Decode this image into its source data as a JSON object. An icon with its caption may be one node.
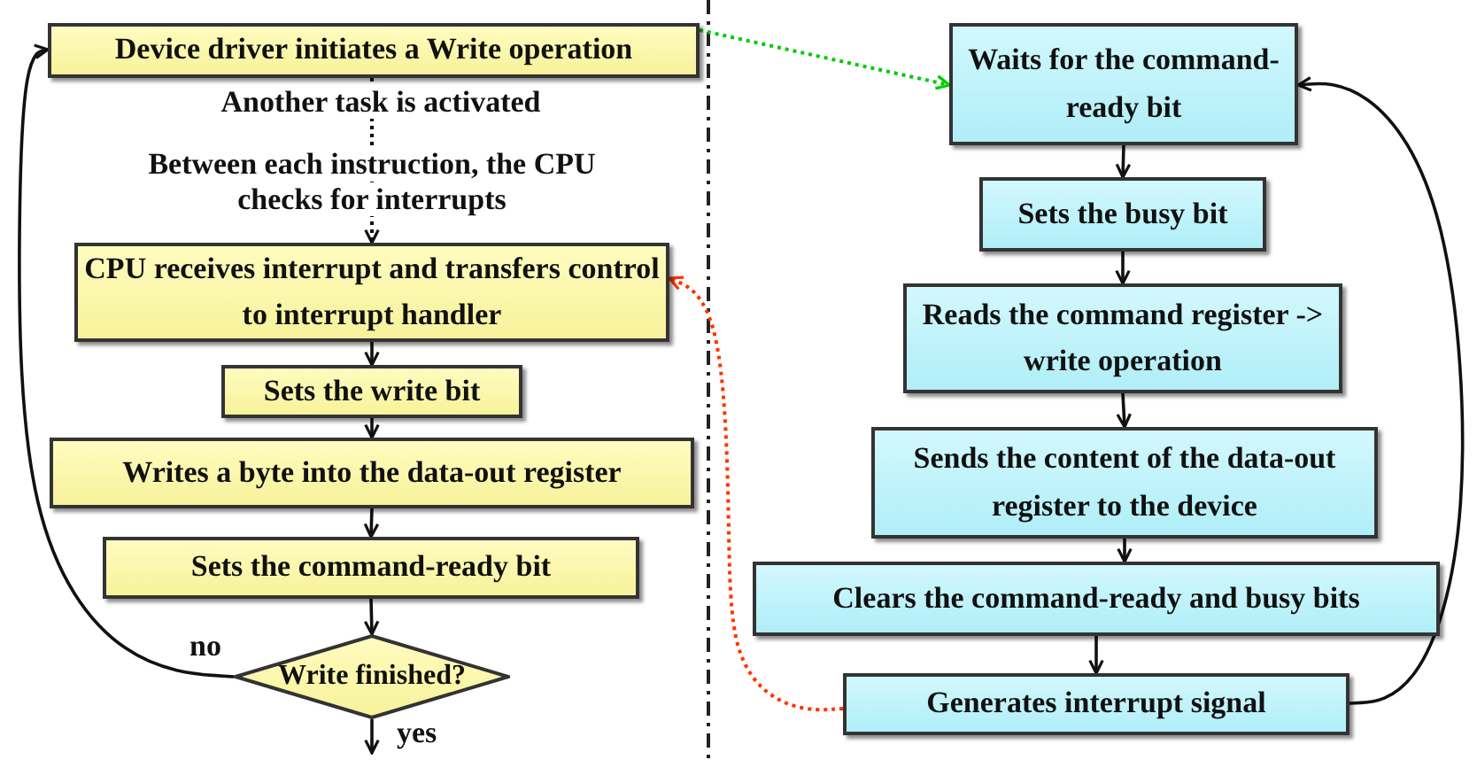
{
  "diagram": {
    "nodes": [
      {
        "text": [
          "Device driver initiates a Write operation"
        ]
      },
      {
        "text": [
          "CPU receives interrupt and transfers control to interrupt handler"
        ]
      },
      {
        "text": [
          "Sets the write bit"
        ]
      },
      {
        "text": [
          "Writes a byte into the data-out register"
        ]
      },
      {
        "text": [
          "Sets the command-ready bit"
        ]
      },
      {
        "text": [
          "Write finished?"
        ]
      },
      {
        "text": [
          "Waits for the command-ready bit"
        ]
      },
      {
        "text": [
          "Sets the busy bit"
        ]
      },
      {
        "text": [
          "Reads the command register -> write operation"
        ]
      },
      {
        "text": [
          "Sends the content of the data-out register to the device"
        ]
      },
      {
        "text": [
          "Clears the command-ready and busy bits"
        ]
      },
      {
        "text": [
          "Generates interrupt signal"
        ]
      }
    ],
    "edges": [
      {
        "from": 0,
        "to": 1,
        "arrow": "to",
        "style": "dashed"
      },
      {
        "from": 1,
        "to": 2,
        "arrow": "to"
      },
      {
        "from": 2,
        "to": 3,
        "arrow": "to"
      },
      {
        "from": 3,
        "to": 4,
        "arrow": "to"
      },
      {
        "from": 4,
        "to": 5,
        "arrow": "to"
      },
      {
        "from": 5,
        "to": null,
        "arrow": "to",
        "label": "yes"
      },
      {
        "from": 5,
        "to": 0,
        "arrow": "to",
        "label": "no"
      },
      {
        "from": 0,
        "to": 6,
        "arrow": "to",
        "style": "dashed",
        "color": "#00cc00"
      },
      {
        "from": 6,
        "to": 7,
        "arrow": "to"
      },
      {
        "from": 7,
        "to": 8,
        "arrow": "to"
      },
      {
        "from": 8,
        "to": 9,
        "arrow": "to"
      },
      {
        "from": 9,
        "to": 10,
        "arrow": "to"
      },
      {
        "from": 10,
        "to": 11,
        "arrow": "to"
      },
      {
        "from": 11,
        "to": 6,
        "arrow": "to"
      },
      {
        "from": 11,
        "to": 1,
        "arrow": "to",
        "style": "dashed",
        "color": "#ff3300"
      }
    ],
    "labels": [
      "Another task is activated",
      "Between each instruction, the CPU checks for interrupts"
    ]
  }
}
